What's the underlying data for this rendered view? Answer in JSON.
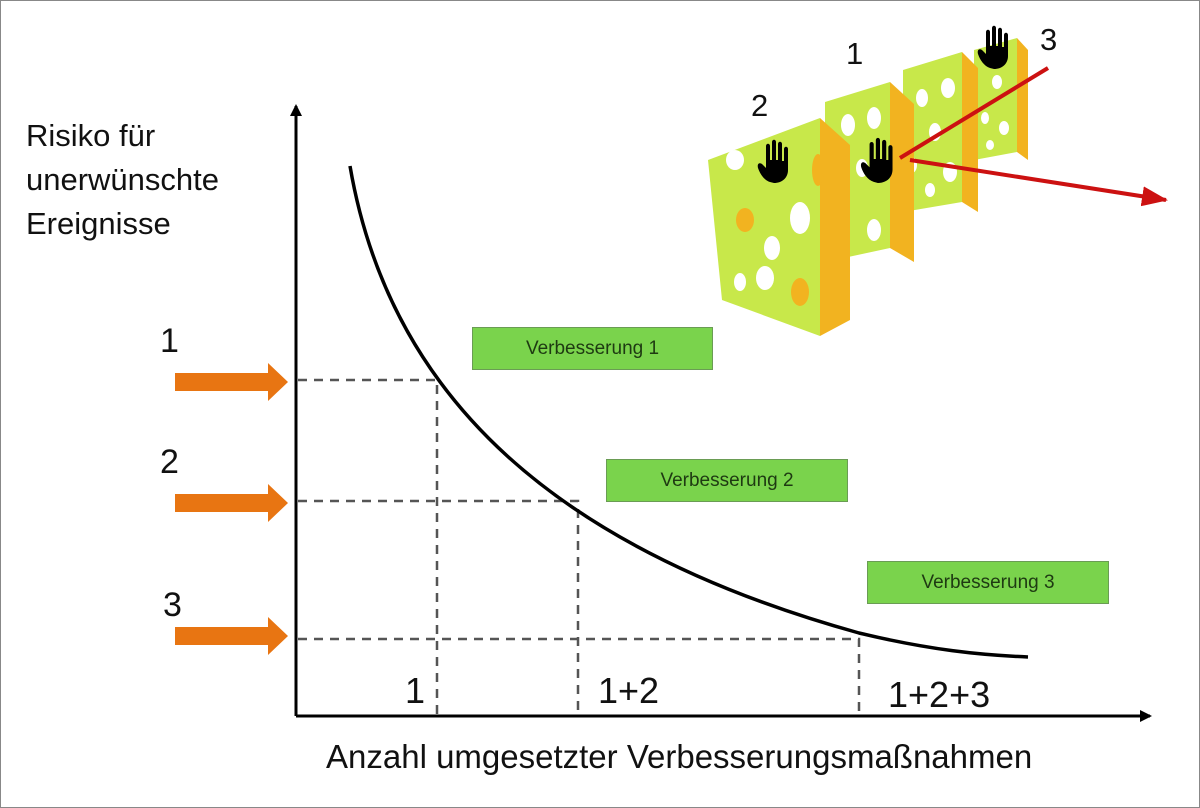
{
  "y_axis_label": [
    "Risiko für",
    "unerwünschte",
    "Ereignisse"
  ],
  "x_axis_label": "Anzahl umgesetzter Verbesserungsmaßnahmen",
  "risk_levels": [
    "1",
    "2",
    "3"
  ],
  "x_ticks": [
    "1",
    "1+2",
    "1+2+3"
  ],
  "improvements": [
    "Verbesserung 1",
    "Verbesserung 2",
    "Verbesserung 3"
  ],
  "cheese_slice_numbers": [
    "2",
    "1",
    "3"
  ],
  "colors": {
    "arrow": "#e87512",
    "curve": "#000000",
    "dash": "#555555",
    "box": "#7ad34c",
    "cheese_face": "#c8e84a",
    "cheese_side": "#f2b320",
    "hole": "#ffffff",
    "hazard_arrow": "#cc1111"
  },
  "icons": [
    "hand-icon",
    "hand-icon",
    "hand-icon",
    "hazard-arrow"
  ]
}
